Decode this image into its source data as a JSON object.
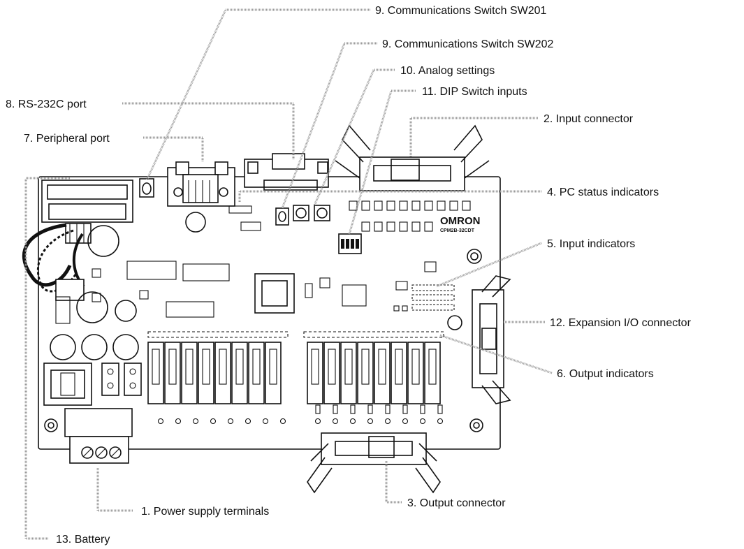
{
  "callouts": {
    "sw201": "9. Communications Switch SW201",
    "sw202": "9. Communications Switch SW202",
    "analog": "10. Analog settings",
    "dip": "11. DIP Switch inputs",
    "rs232": "8. RS-232C port",
    "input_connector": "2. Input connector",
    "peripheral": "7. Peripheral port",
    "pc_status": "4. PC status indicators",
    "input_indicators": "5. Input indicators",
    "expansion": "12. Expansion I/O connector",
    "output_indicators": "6. Output indicators",
    "power": "1. Power supply terminals",
    "output_connector": "3. Output connector",
    "battery": "13. Battery"
  },
  "board": {
    "brand": "OMRON",
    "model": "CPM2B-32CDT"
  }
}
